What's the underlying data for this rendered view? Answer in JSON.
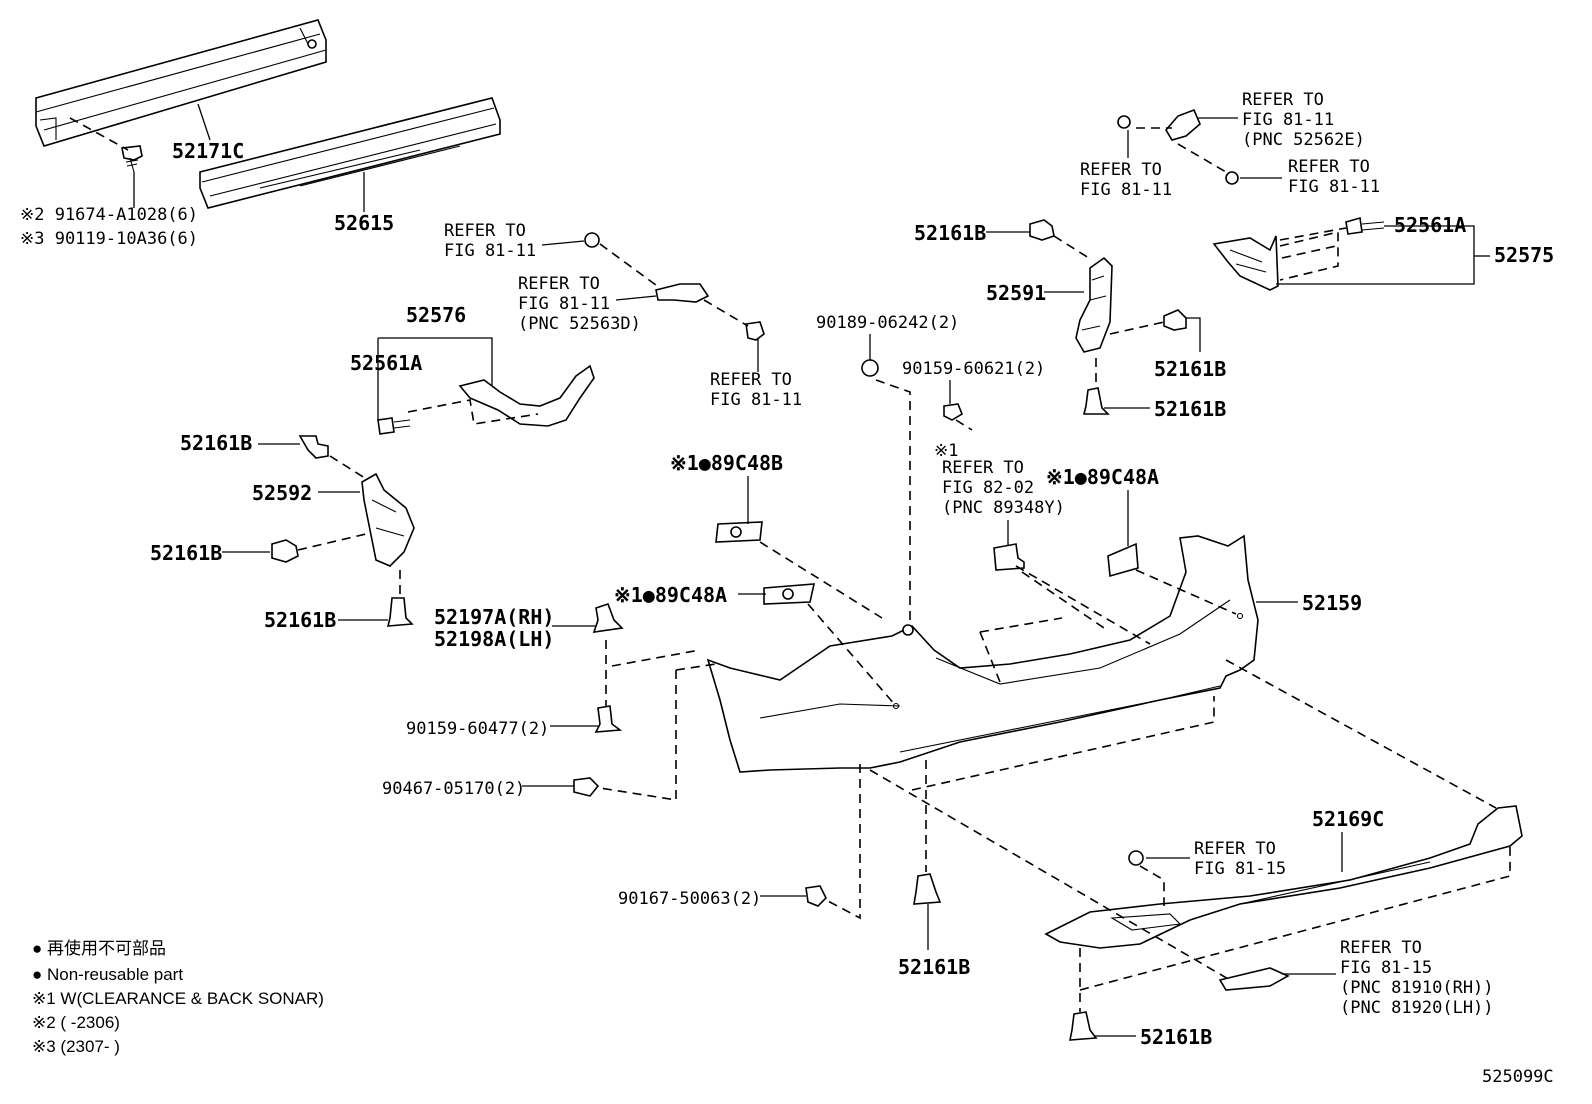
{
  "figure_id": "525099C",
  "labels": {
    "p52171C": "52171C",
    "p52615": "52615",
    "bolt_2": "※2 91674-A1028(6)",
    "bolt_3": "※3 90119-10A36(6)",
    "refer_81_11_a": "REFER TO",
    "refer_81_11_a2": "FIG 81-11",
    "refer_pnc52563D_1": "REFER TO",
    "refer_pnc52563D_2": "FIG 81-11",
    "refer_pnc52563D_3": "(PNC 52563D)",
    "refer_81_11_b1": "REFER TO",
    "refer_81_11_b2": "FIG 81-11",
    "p52576": "52576",
    "p52561A_l": "52561A",
    "p52161B_1": "52161B",
    "p52592": "52592",
    "p52161B_2": "52161B",
    "p52161B_3": "52161B",
    "p89C48B": "※1●89C48B",
    "p89C48A_l": "※1●89C48A",
    "p52197A": "52197A(RH)",
    "p52198A": "52198A(LH)",
    "p90159_60477": "90159-60477(2)",
    "p90467_05170": "90467-05170(2)",
    "p90167_50063": "90167-50063(2)",
    "p52161B_bot": "52161B",
    "p90189": "90189-06242(2)",
    "p90159_60621": "90159-60621(2)",
    "refer_82_02_0": "※1",
    "refer_82_02_1": "REFER TO",
    "refer_82_02_2": "FIG 82-02",
    "refer_82_02_3": "(PNC 89348Y)",
    "p89C48A_r": "※1●89C48A",
    "p52159": "52159",
    "p52161B_r1": "52161B",
    "p52591": "52591",
    "p52161B_r2": "52161B",
    "p52161B_r3": "52161B",
    "refer_tr_1": "REFER TO",
    "refer_tr_2": "FIG 81-11",
    "refer_tr_3": "(PNC 52562E)",
    "refer_tr2_1": "REFER TO",
    "refer_tr2_2": "FIG 81-11",
    "refer_tr3_1": "REFER TO",
    "refer_tr3_2": "FIG 81-11",
    "p52561A_r": "52561A",
    "p52575": "52575",
    "p52169C": "52169C",
    "refer_81_15_1": "REFER TO",
    "refer_81_15_2": "FIG 81-15",
    "refer_819_1": "REFER TO",
    "refer_819_2": "FIG 81-15",
    "refer_819_3": "(PNC 81910(RH))",
    "refer_819_4": "(PNC 81920(LH))",
    "p52161B_br": "52161B"
  },
  "legend": {
    "line1": "● 再使用不可部品",
    "line2": "● Non-reusable part",
    "line3": "※1 W(CLEARANCE & BACK SONAR)",
    "line4": "※2 (      -2306)",
    "line5": "※3 (2307-      )"
  }
}
